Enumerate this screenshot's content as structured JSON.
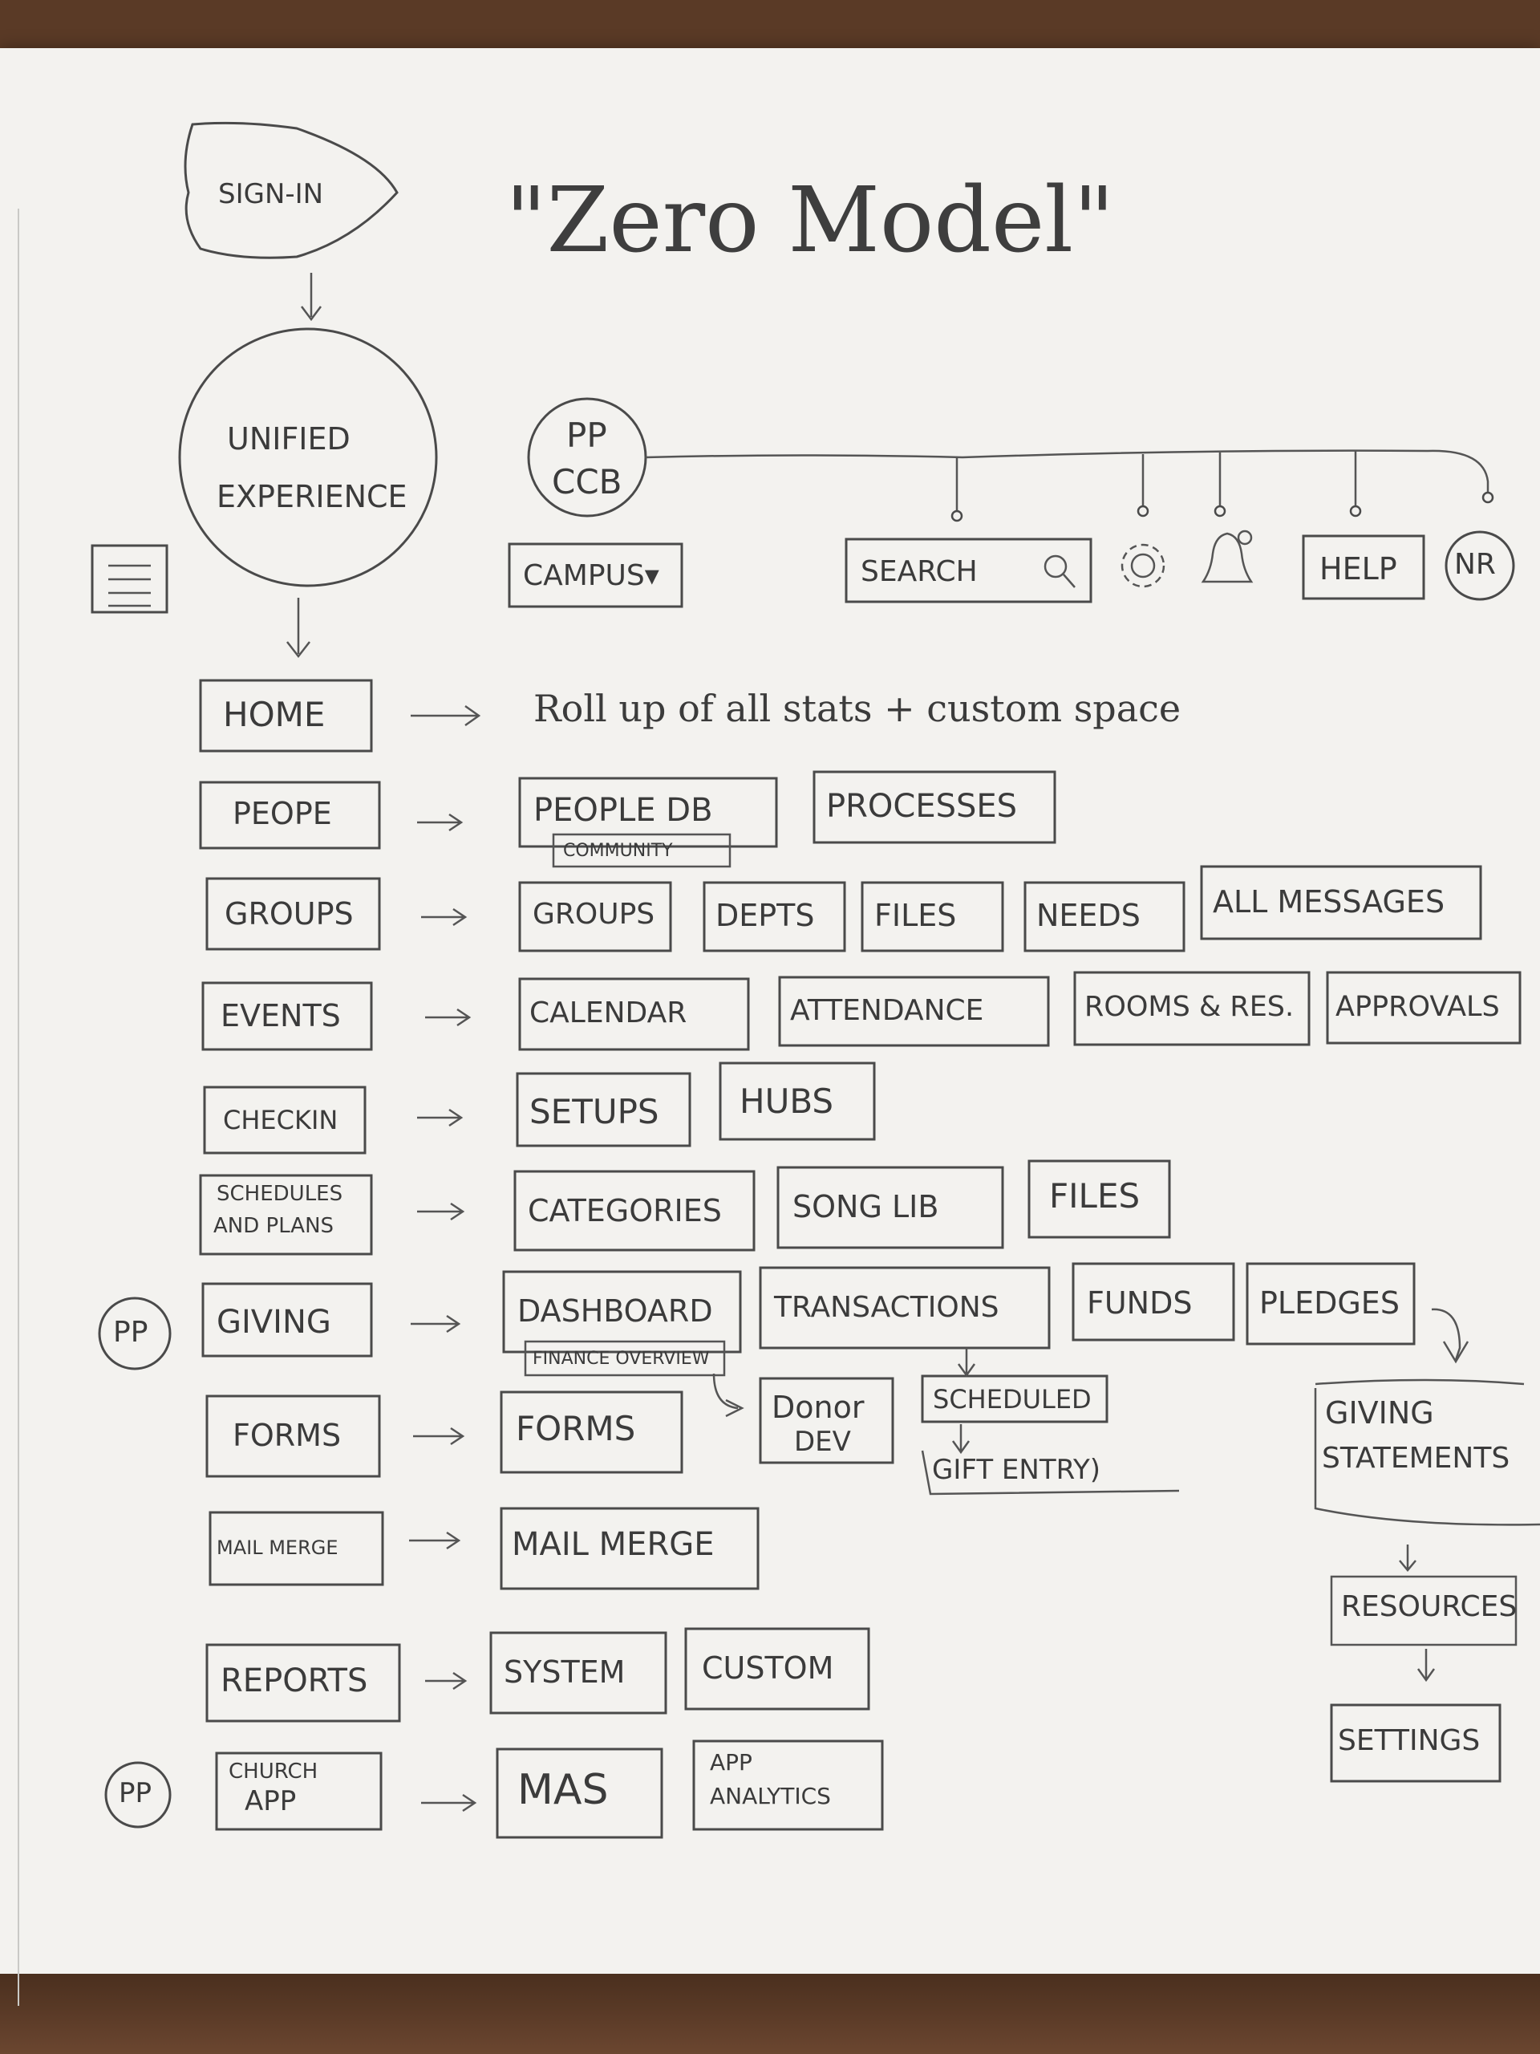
{
  "title": "\"Zero Model\"",
  "start": {
    "signin": "SIGN-IN",
    "unified": [
      "UNIFIED",
      "EXPERIENCE"
    ]
  },
  "topbar": {
    "pp_ccb": [
      "PP",
      "CCB"
    ],
    "campus": "CAMPUS▾",
    "search": "SEARCH",
    "help": "HELP",
    "avatar": "NR"
  },
  "rows": [
    {
      "nav": "HOME",
      "desc": "Roll up of all stats + custom space"
    },
    {
      "nav": "PEOPE",
      "items": [
        "PEOPLE DB",
        "PROCESSES"
      ],
      "sub": "COMMUNITY"
    },
    {
      "nav": "GROUPS",
      "items": [
        "GROUPS",
        "DEPTS",
        "FILES",
        "NEEDS",
        "ALL MESSAGES"
      ]
    },
    {
      "nav": "EVENTS",
      "items": [
        "CALENDAR",
        "ATTENDANCE",
        "ROOMS & RES.",
        "APPROVALS"
      ]
    },
    {
      "nav": "CHECKIN",
      "items": [
        "SETUPS",
        "HUBS"
      ]
    },
    {
      "nav": [
        "SCHEDULES",
        "AND PLANS"
      ],
      "items": [
        "CATEGORIES",
        "SONG LIB",
        "FILES"
      ]
    },
    {
      "nav": "GIVING",
      "badge": "PP",
      "items": [
        "DASHBOARD",
        "TRANSACTIONS",
        "FUNDS",
        "PLEDGES"
      ],
      "sub": "FINANCE OVERVIEW"
    },
    {
      "nav": "FORMS",
      "items": [
        "FORMS"
      ]
    },
    {
      "nav": "MAIL MERGE",
      "items": [
        "MAIL MERGE"
      ]
    },
    {
      "nav": "REPORTS",
      "items": [
        "SYSTEM",
        "CUSTOM"
      ]
    },
    {
      "nav": [
        "CHURCH",
        "APP"
      ],
      "badge": "PP",
      "items": [
        "MAS",
        [
          "APP",
          "ANALYTICS"
        ]
      ]
    }
  ],
  "giving_sub": {
    "donor_dev": [
      "Donor",
      "DEV"
    ],
    "scheduled": "SCHEDULED",
    "gift_entry": "GIFT ENTRY)"
  },
  "right_column": {
    "statements": [
      "GIVING",
      "STATEMENTS"
    ],
    "resources": "RESOURCES",
    "settings": "SETTINGS"
  },
  "icons": [
    "hamburger-menu-icon",
    "search-icon",
    "gear-icon",
    "bell-icon"
  ]
}
